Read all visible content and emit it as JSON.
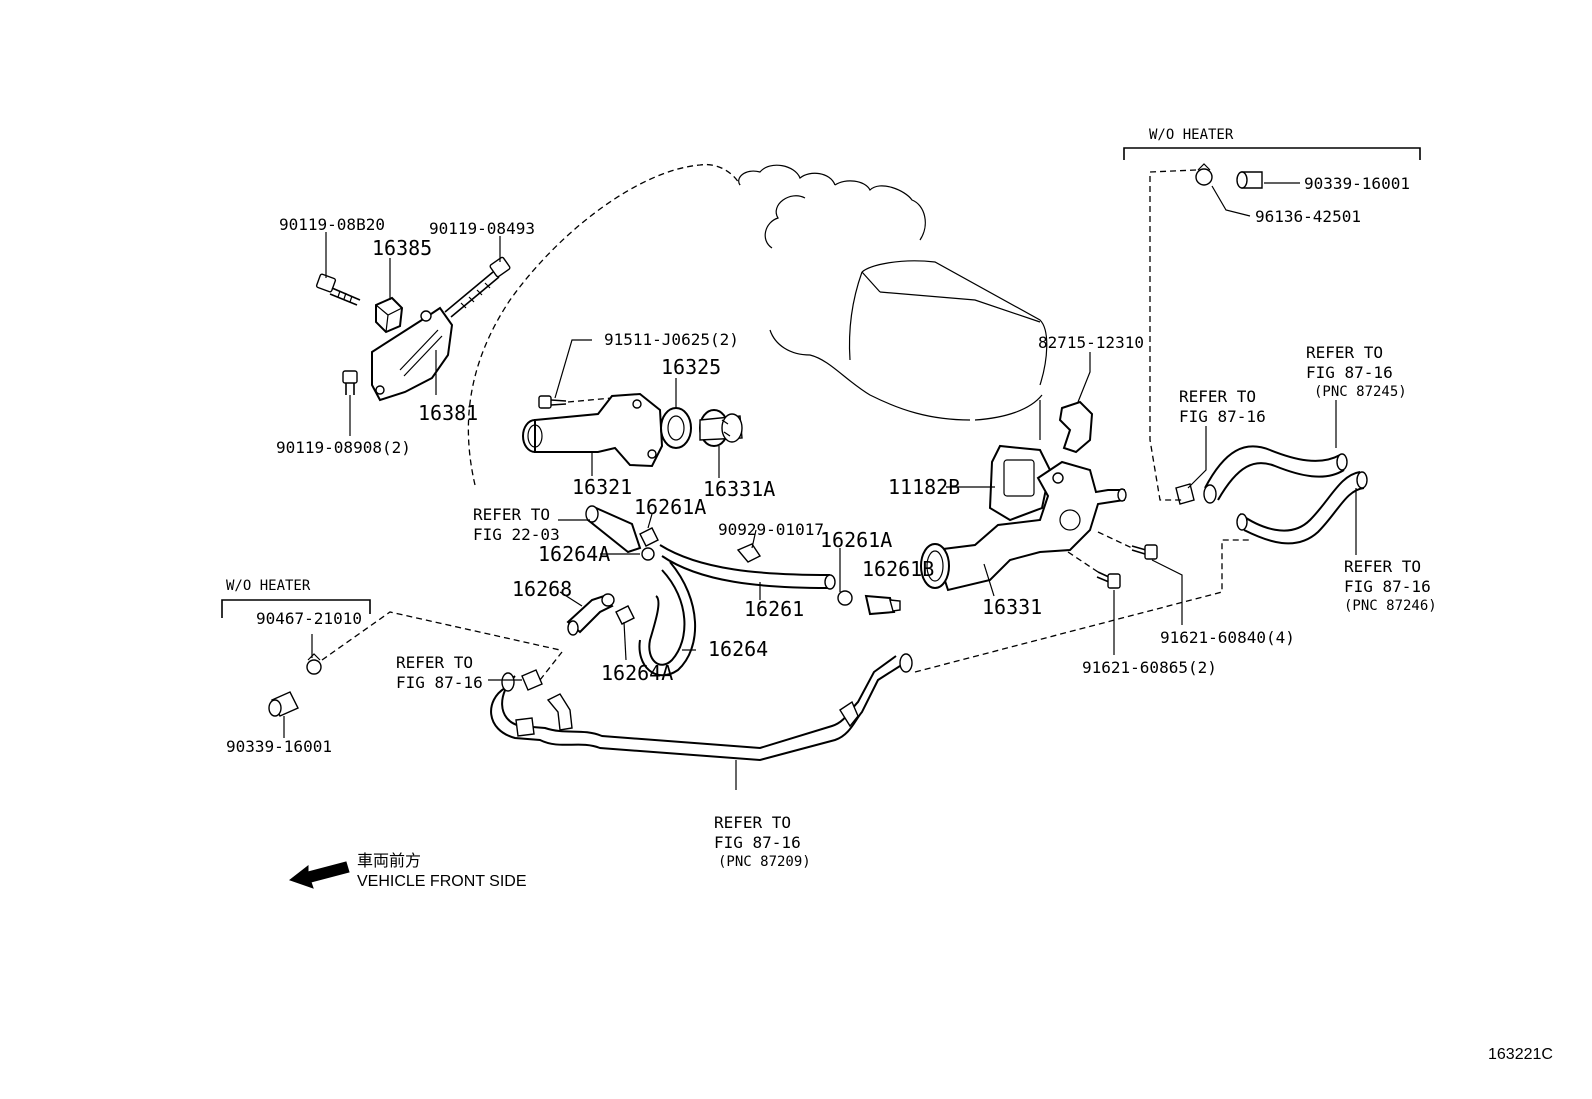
{
  "figure_code": "163221C",
  "direction": {
    "japanese": "車両前方",
    "english": "VEHICLE FRONT SIDE"
  },
  "groups": {
    "wo_heater_left": "W/O HEATER",
    "wo_heater_right": "W/O HEATER"
  },
  "labels": {
    "p90119_08b20": "90119-08B20",
    "p90119_08493": "90119-08493",
    "p16385": "16385",
    "p16381": "16381",
    "p90119_08908": "90119-08908(2)",
    "p91511_j0625": "91511-J0625(2)",
    "p16325": "16325",
    "p16321": "16321",
    "p16331a": "16331A",
    "p16261a_top": "16261A",
    "p16264a_top": "16264A",
    "p90929_01017": "90929-01017",
    "p16261a_right": "16261A",
    "p16261b": "16261B",
    "p16268": "16268",
    "p16261": "16261",
    "p16264": "16264",
    "p16264a_bottom": "16264A",
    "p82715_12310": "82715-12310",
    "p11182b": "11182B",
    "p16331": "16331",
    "p91621_60840": "91621-60840(4)",
    "p91621_60865": "91621-60865(2)",
    "p90339_16001_right": "90339-16001",
    "p96136_42501": "96136-42501",
    "p90467_21010": "90467-21010",
    "p90339_16001_left": "90339-16001"
  },
  "refers": {
    "fig22_03": {
      "line1": "REFER TO",
      "line2": "FIG 22-03"
    },
    "fig87_16_top": {
      "line1": "REFER TO",
      "line2": "FIG 87-16"
    },
    "fig87_16_87245": {
      "line1": "REFER TO",
      "line2": "FIG 87-16",
      "line3": "(PNC 87245)"
    },
    "fig87_16_87246": {
      "line1": "REFER TO",
      "line2": "FIG 87-16",
      "line3": "(PNC 87246)"
    },
    "fig87_16_left": {
      "line1": "REFER TO",
      "line2": "FIG 87-16"
    },
    "fig87_16_87209": {
      "line1": "REFER TO",
      "line2": "FIG 87-16",
      "line3": "(PNC 87209)"
    }
  }
}
